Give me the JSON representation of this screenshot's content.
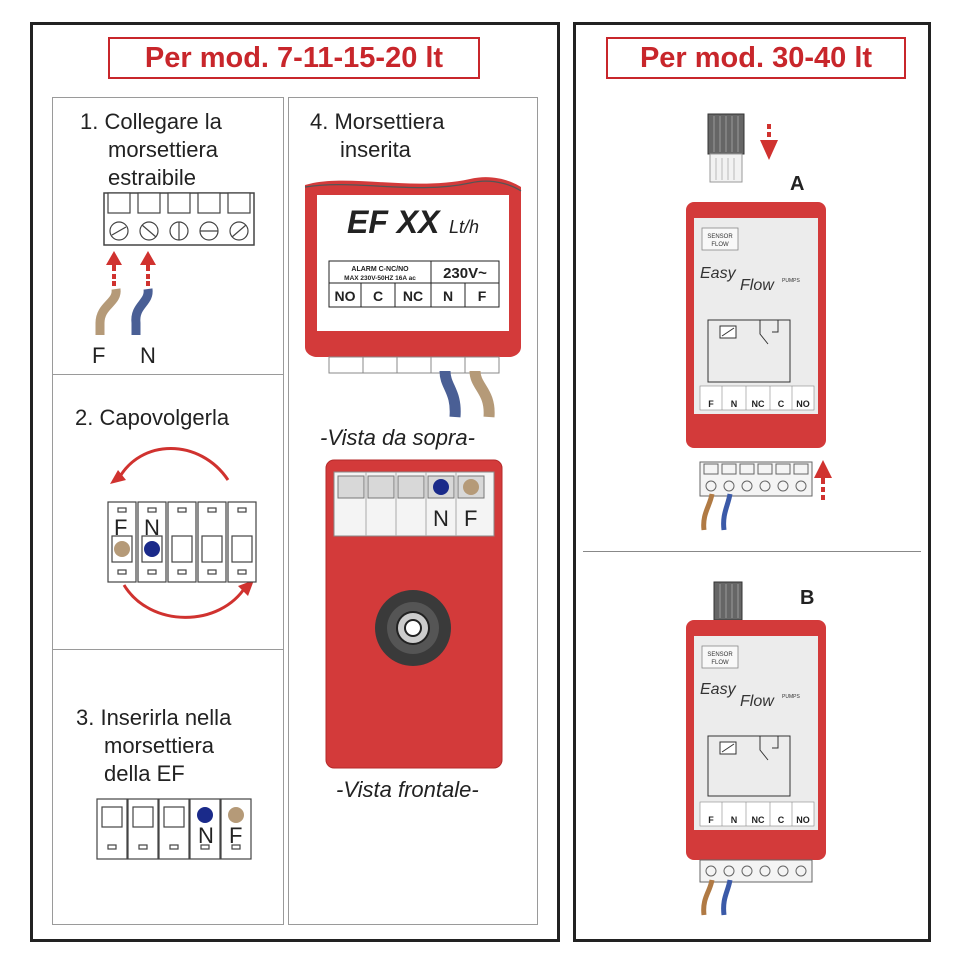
{
  "left_panel": {
    "title": "Per mod. 7-11-15-20 lt",
    "step1": {
      "lines": [
        "1. Collegare la",
        "morsettiera",
        "estraibile"
      ],
      "wire_labels": [
        "F",
        "N"
      ]
    },
    "step2": {
      "lines": [
        "2. Capovolgerla"
      ],
      "labels": [
        "F",
        "N"
      ]
    },
    "step3": {
      "lines": [
        "3. Inserirla nella",
        "morsettiera",
        "della EF"
      ],
      "labels": [
        "N",
        "F"
      ]
    },
    "step4": {
      "lines": [
        "4. Morsettiera",
        "inserita"
      ],
      "device_name": "EF XX",
      "device_unit": "Lt/h",
      "alarm_line1": "ALARM C-NC/NO",
      "alarm_line2": "MAX 230V-50HZ 16A ac",
      "voltage": "230V~",
      "terminals": [
        "NO",
        "C",
        "NC",
        "N",
        "F"
      ],
      "caption_top": "-Vista da sopra-",
      "front_labels": [
        "N",
        "F"
      ],
      "caption_front": "-Vista frontale-"
    }
  },
  "right_panel": {
    "title": "Per mod. 30-40 lt",
    "variant_a": {
      "label": "A",
      "sensor_label1": "SENSOR",
      "sensor_label2": "FLOW",
      "brand1": "Easy",
      "brand2": "Flow",
      "brand_sub": "PUMPS",
      "terminals": [
        "F",
        "N",
        "NC",
        "C",
        "NO"
      ]
    },
    "variant_b": {
      "label": "B",
      "sensor_label1": "SENSOR",
      "sensor_label2": "FLOW",
      "brand1": "Easy",
      "brand2": "Flow",
      "brand_sub": "PUMPS",
      "terminals": [
        "F",
        "N",
        "NC",
        "C",
        "NO"
      ]
    }
  },
  "colors": {
    "red": "#c8262b",
    "device_red": "#d33a3a",
    "wire_brown": "#b59a78",
    "wire_blue": "#4a5f95",
    "dot_blue": "#1a2a8a"
  }
}
